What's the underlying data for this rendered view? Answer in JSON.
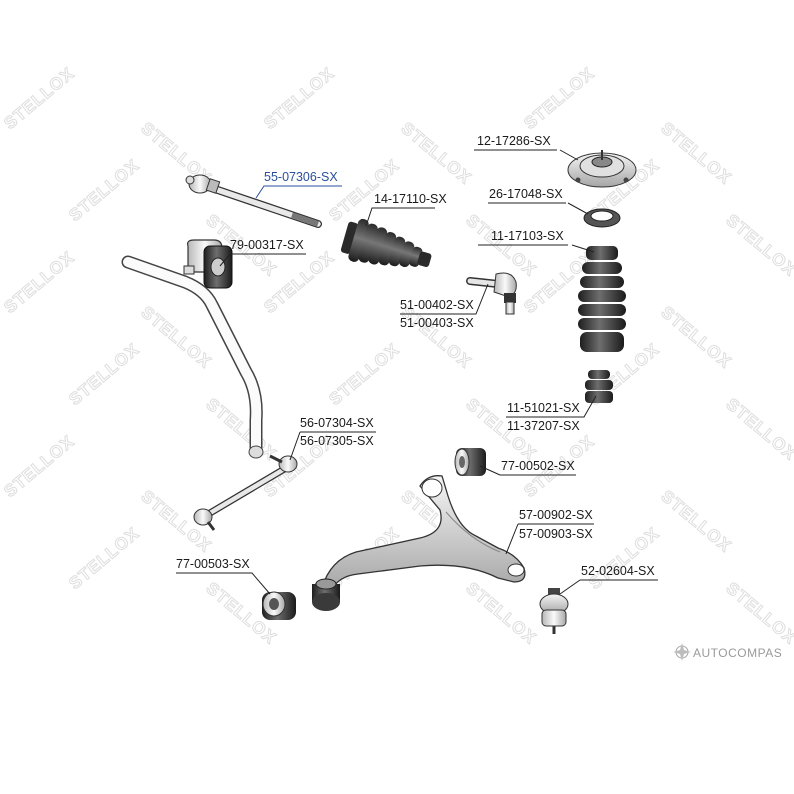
{
  "diagram": {
    "watermark_text": "STELLOX",
    "brand_text": "AUTOCOMPAS",
    "highlight_color": "#2a4f9c",
    "parts": [
      {
        "id": "tie-rod",
        "label": "55-07306-SX",
        "highlight": true
      },
      {
        "id": "steering-boot",
        "label": "14-17110-SX"
      },
      {
        "id": "stabilizer-bushing",
        "label": "79-00317-SX"
      },
      {
        "id": "top-mount",
        "label": "12-17286-SX"
      },
      {
        "id": "bearing",
        "label": "26-17048-SX"
      },
      {
        "id": "dust-boot",
        "label": "11-17103-SX"
      },
      {
        "id": "tie-rod-end",
        "labels": [
          "51-00402-SX",
          "51-00403-SX"
        ]
      },
      {
        "id": "bump-stop",
        "labels": [
          "11-51021-SX",
          "11-37207-SX"
        ]
      },
      {
        "id": "stabilizer-link",
        "labels": [
          "56-07304-SX",
          "56-07305-SX"
        ]
      },
      {
        "id": "arm-bushing-rear",
        "label": "77-00502-SX"
      },
      {
        "id": "control-arm",
        "labels": [
          "57-00902-SX",
          "57-00903-SX"
        ]
      },
      {
        "id": "arm-bushing-front",
        "label": "77-00503-SX"
      },
      {
        "id": "ball-joint",
        "label": "52-02604-SX"
      }
    ]
  }
}
